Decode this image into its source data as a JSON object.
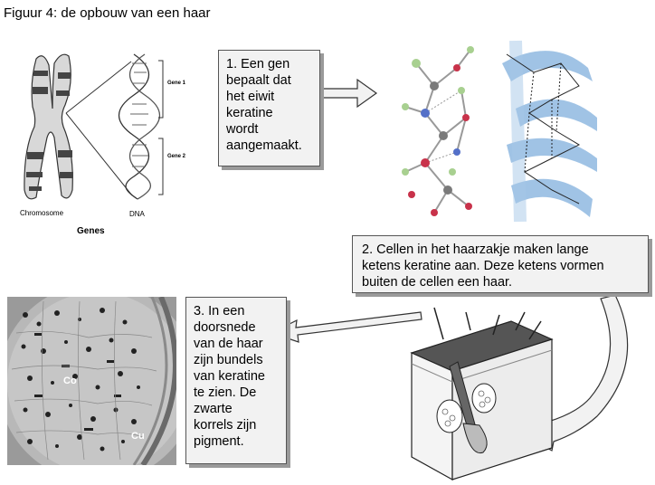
{
  "figure": {
    "title": "Figuur 4: de opbouw van een haar"
  },
  "labels": {
    "chromosome": "Chromosome",
    "dna": "DNA",
    "genes": "Genes",
    "gene1": "Gene 1",
    "gene2": "Gene 2",
    "co": "Co",
    "cu": "Cu"
  },
  "callouts": {
    "step1": {
      "lines": [
        "1. Een gen",
        "bepaalt dat",
        "het eiwit",
        "keratine",
        "wordt",
        "aangemaakt."
      ]
    },
    "step2": {
      "lines": [
        "2. Cellen in het haarzakje maken lange",
        "ketens keratine aan. Deze ketens vormen",
        "buiten de cellen een haar."
      ]
    },
    "step3": {
      "lines": [
        "3. In een",
        "doorsnede",
        "van de haar",
        "zijn bundels",
        "van keratine",
        "te zien. De",
        "zwarte",
        "korrels zijn",
        "pigment."
      ]
    }
  },
  "colors": {
    "helix_blue": "#8fb8e0",
    "callout_fill": "#f2f2f2",
    "atom_grey": "#7a7a7a",
    "atom_red": "#c8324a",
    "atom_blue": "#5470c8",
    "atom_green": "#a8d090"
  }
}
